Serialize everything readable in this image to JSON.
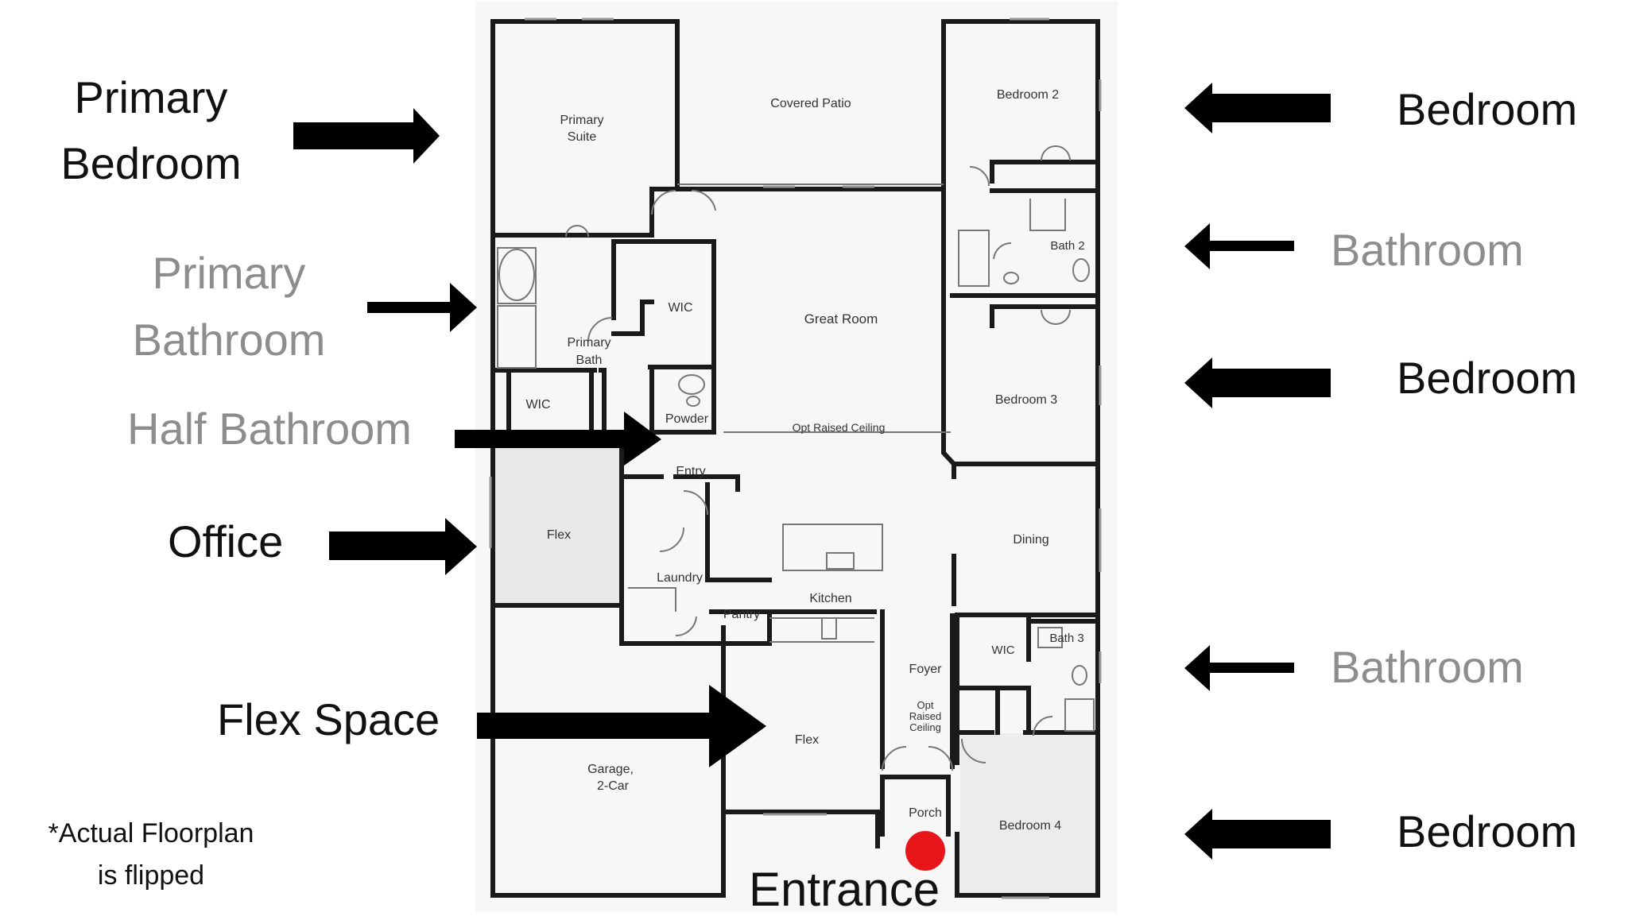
{
  "left_labels": {
    "primary_bedroom": [
      "Primary",
      "Bedroom"
    ],
    "primary_bathroom": [
      "Primary",
      "Bathroom"
    ],
    "half_bathroom": "Half Bathroom",
    "office": "Office",
    "flex_space": "Flex Space",
    "note": [
      "*Actual Floorplan",
      "is flipped"
    ]
  },
  "right_labels": {
    "bedroom_2": "Bedroom",
    "bath_2": "Bathroom",
    "bedroom_3": "Bedroom",
    "bath_3": "Bathroom",
    "bedroom_4": "Bedroom"
  },
  "entrance_label": "Entrance",
  "rooms": {
    "primary_suite": [
      "Primary",
      "Suite"
    ],
    "covered_patio": "Covered Patio",
    "bedroom_2": "Bedroom 2",
    "bath_2": "Bath 2",
    "wic_upper": "WIC",
    "primary_bath": [
      "Primary",
      "Bath"
    ],
    "wic_lower": "WIC",
    "powder": "Powder",
    "great_room": "Great Room",
    "opt_raised_ceiling": "Opt Raised Ceiling",
    "bedroom_3": "Bedroom 3",
    "entry": "Entry",
    "flex_office": "Flex",
    "laundry": "Laundry",
    "dining": "Dining",
    "pantry": "Pantry",
    "kitchen": "Kitchen",
    "foyer": "Foyer",
    "foyer_ceiling": [
      "Opt",
      "Raised",
      "Ceiling"
    ],
    "wic_bed4": "WIC",
    "bath_3": "Bath 3",
    "garage": [
      "Garage,",
      "2-Car"
    ],
    "flex_front": "Flex",
    "porch": "Porch",
    "bedroom_4": "Bedroom 4"
  },
  "colors": {
    "arrow": "#000000",
    "entrance_marker": "#e8161a",
    "grey_label": "#8d8d8d",
    "wall": "#1a1a1a",
    "room_fill_alt": "#ececec"
  }
}
